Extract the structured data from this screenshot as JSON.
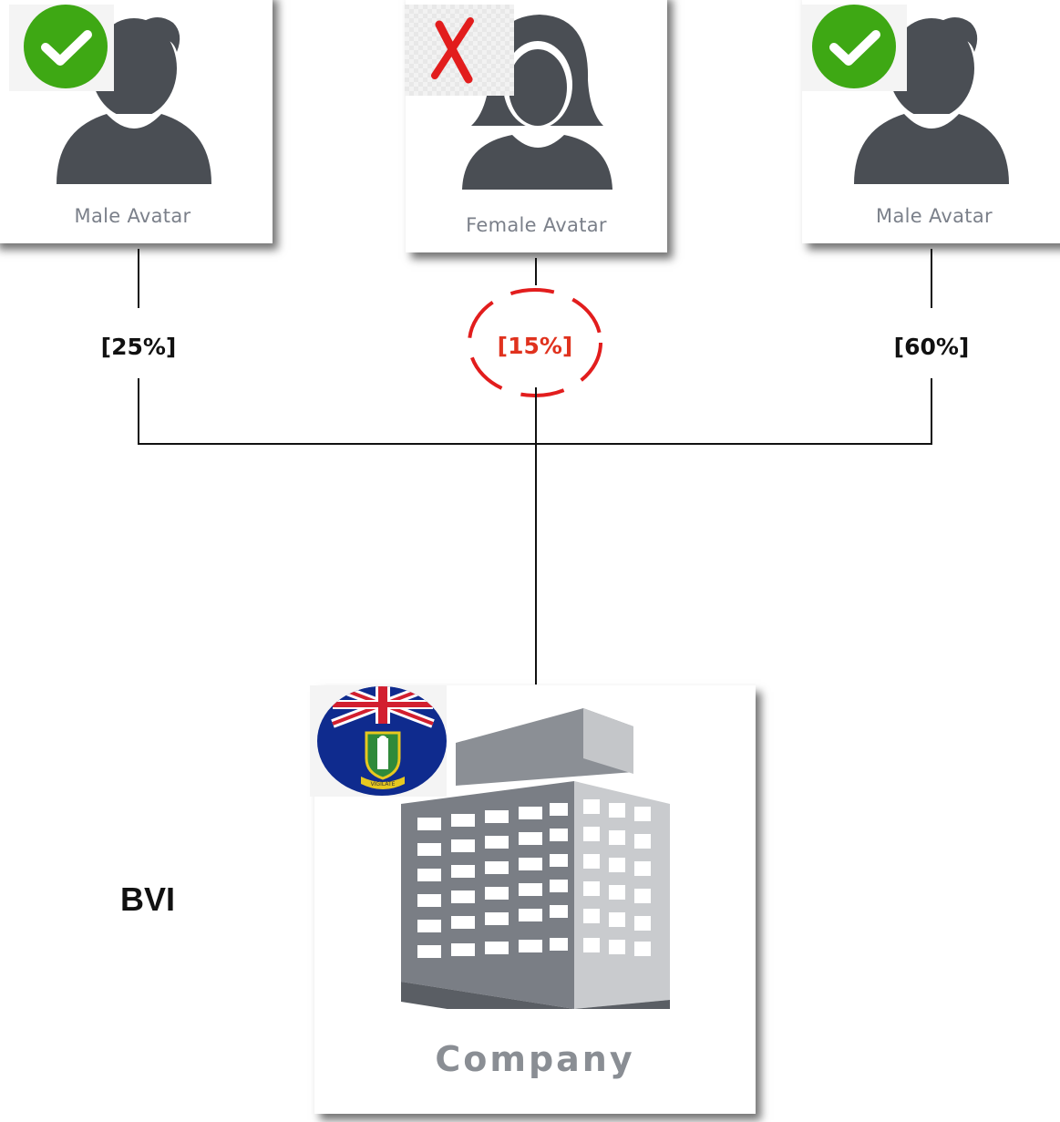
{
  "owners": [
    {
      "label": "Male Avatar",
      "share": "[25%]",
      "status": "approved"
    },
    {
      "label": "Female Avatar",
      "share": "[15%]",
      "status": "rejected"
    },
    {
      "label": "Male Avatar",
      "share": "[60%]",
      "status": "approved"
    }
  ],
  "company": {
    "label": "Company",
    "jurisdiction": "BVI",
    "flag_motto": "VIGILATE"
  },
  "colors": {
    "avatar": "#4a4e54",
    "check": "#3ea814",
    "reject": "#e21d1d",
    "highlight_text": "#e0321e",
    "line": "#111111"
  }
}
